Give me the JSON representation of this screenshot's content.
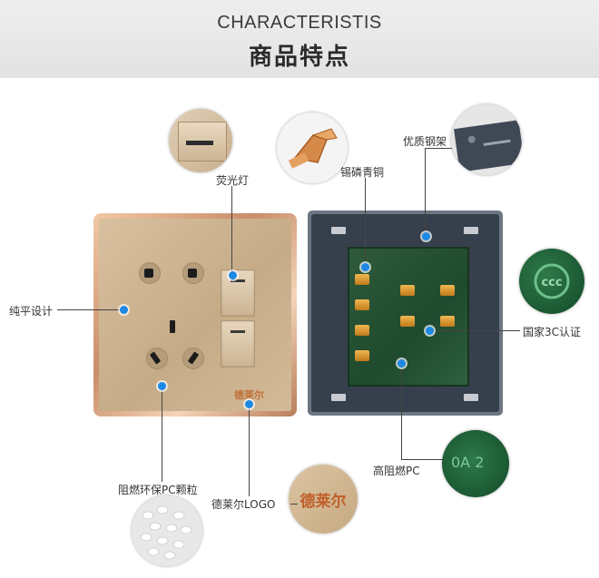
{
  "header": {
    "title_en": "CHARACTERISTIS",
    "title_cn": "商品特点"
  },
  "callouts": {
    "fluorescent_light": "荧光灯",
    "phosphor_bronze": "锡磷青铜",
    "quality_steel_frame": "优质钢架",
    "flat_design": "纯平设计",
    "ccc_certification": "国家3C认证",
    "flame_retardant_pc": "高阻燃PC",
    "pc_granules": "阻燃环保PC颗粒",
    "brand_logo": "德莱尔LOGO"
  },
  "product": {
    "brand_mark": "德莱尔",
    "logo_badge": "德莱尔",
    "pc_marking": "0A 2"
  },
  "colors": {
    "accent_dot": "#1e88e5",
    "panel_gold": "#c6ab87",
    "frame_rose_gold": "#c98d6a",
    "back_plate": "#36404c",
    "green_body": "#1f4a2d"
  }
}
